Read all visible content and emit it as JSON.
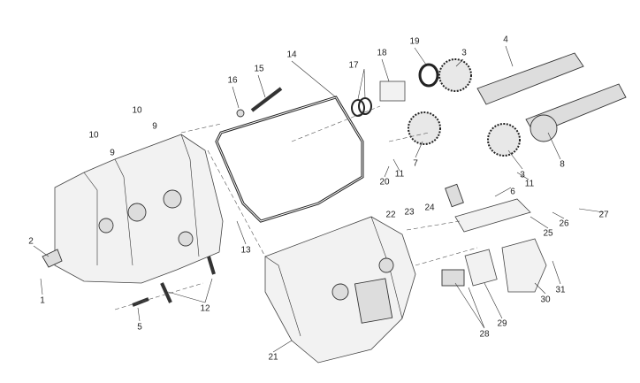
{
  "diagram": {
    "title": "Exploded view - front cylinder head / timing",
    "callouts": [
      "1",
      "2",
      "3",
      "3",
      "4",
      "5",
      "6",
      "7",
      "8",
      "9",
      "9",
      "10",
      "10",
      "11",
      "11",
      "12",
      "13",
      "14",
      "15",
      "16",
      "17",
      "18",
      "19",
      "20",
      "21",
      "22",
      "23",
      "24",
      "25",
      "26",
      "27",
      "28",
      "29",
      "30",
      "31"
    ]
  }
}
